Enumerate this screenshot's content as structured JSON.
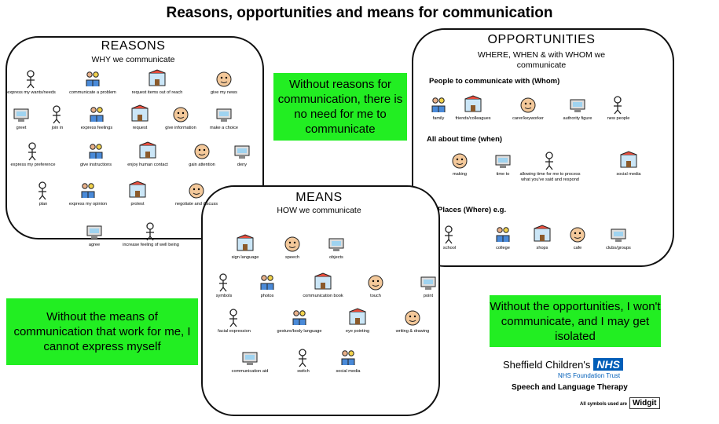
{
  "title": "Reasons, opportunities and means for communication",
  "reasons": {
    "title": "REASONS",
    "subtitle": "WHY we communicate",
    "items": [
      "express my wants/needs",
      "communicate a problem",
      "request items out of reach",
      "give my news",
      "greet",
      "join in",
      "express feelings",
      "request",
      "give information",
      "make a choice",
      "express my preference",
      "give instructions",
      "enjoy human contact",
      "gain attention",
      "deny",
      "plan",
      "express my opinion",
      "protest",
      "negotiate and discuss",
      "agree",
      "increase feeling of well being"
    ]
  },
  "opportunities": {
    "title": "OPPORTUNITIES",
    "subtitle_line1": "WHERE, WHEN & with WHOM we",
    "subtitle_line2": "communicate",
    "people_heading": "People to communicate with (Whom)",
    "people": [
      "family",
      "friends/colleagues",
      "carer/keyworker",
      "authority figure",
      "new people"
    ],
    "time_heading": "All about time (when)",
    "time": [
      "making",
      "time to",
      "allowing time for me to process what you've said and respond",
      "",
      "social media"
    ],
    "places_heading": "Places (Where) e.g.",
    "places": [
      "school",
      "college",
      "shops",
      "cafe",
      "clubs/groups"
    ]
  },
  "means": {
    "title": "MEANS",
    "subtitle": "HOW we communicate",
    "items": [
      "sign language",
      "speech",
      "objects",
      "symbols",
      "photos",
      "communication book",
      "touch",
      "point",
      "facial expression",
      "gesture/body language",
      "eye pointing",
      "writing & drawing",
      "communication aid",
      "switch",
      "social media"
    ]
  },
  "messages": {
    "reasons": "Without reasons for communication, there is no need for me to communicate",
    "means": "Without the means of communication that work for me, I cannot express myself",
    "opportunities": "Without the opportunities, I won't communicate, and I may get isolated"
  },
  "footer": {
    "org": "Sheffield Children's",
    "nhs": "NHS",
    "trust": "NHS Foundation Trust",
    "dept": "Speech and Language Therapy",
    "symbols_note": "All symbols used are",
    "widgit": "Widgit"
  },
  "colors": {
    "green": "#22ee22",
    "nhs_blue": "#005eb8"
  }
}
